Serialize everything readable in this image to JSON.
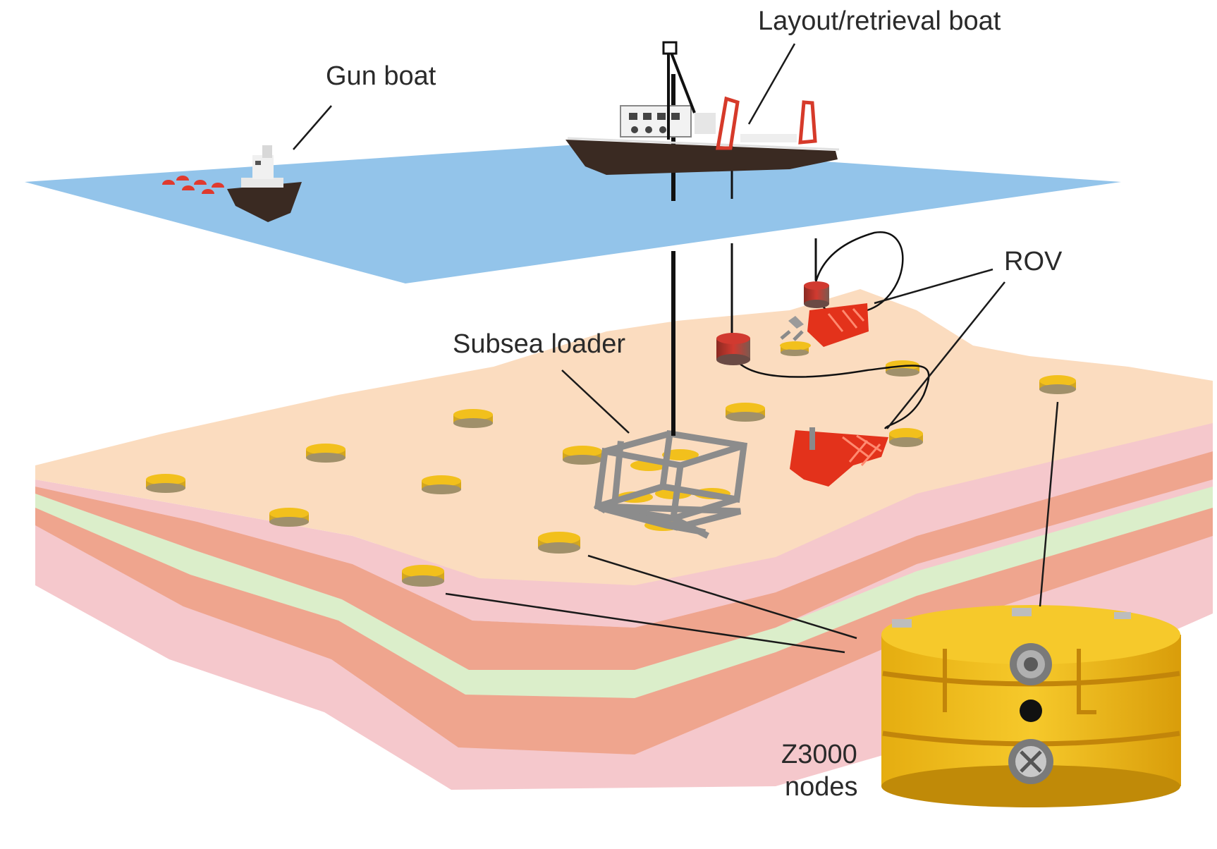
{
  "labels": {
    "gun_boat": "Gun boat",
    "layout_boat": "Layout/retrieval boat",
    "rov": "ROV",
    "subsea_loader": "Subsea loader",
    "nodes_line1": "Z3000",
    "nodes_line2": "nodes"
  },
  "colors": {
    "sea_surface": "#93c4ea",
    "seabed_top": "#fbdcbf",
    "layer_pink": "#f5c8cc",
    "layer_salmon": "#efa58e",
    "layer_green": "#dbeeca",
    "node_yellow": "#f2c01c",
    "rov_red": "#e3321b",
    "buoy_red": "#c9322a",
    "loader_gray": "#8c8c8c"
  },
  "icons": [
    "gun-boat-icon",
    "layout-boat-icon",
    "rov-icon",
    "subsea-loader-icon",
    "seabed-node-icon",
    "z3000-node-icon",
    "airgun-bubbles-icon"
  ]
}
